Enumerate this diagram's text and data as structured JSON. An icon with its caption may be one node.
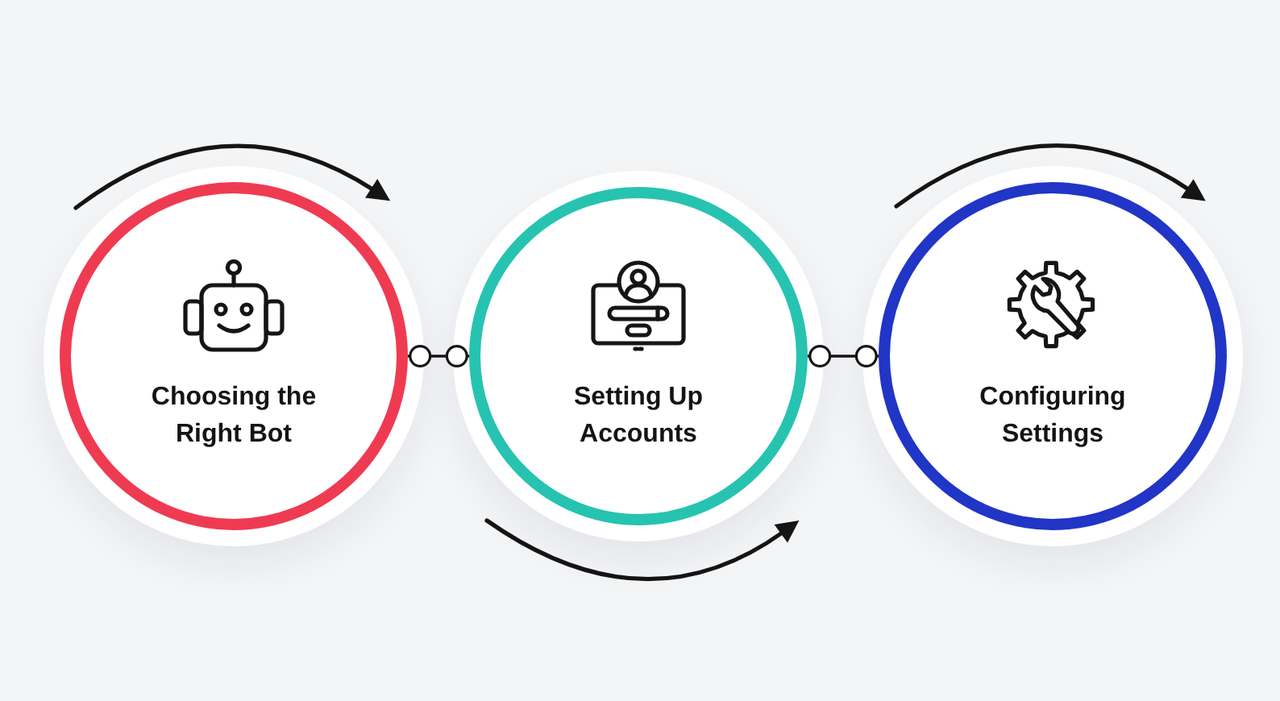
{
  "diagram": {
    "nodes": [
      {
        "text": [
          "Choosing the Right Bot"
        ]
      },
      {
        "text": [
          "Setting Up Accounts"
        ]
      },
      {
        "text": [
          "Configuring Settings"
        ]
      }
    ],
    "edges": [
      {
        "from": 0,
        "to": 1,
        "arrow": "other"
      },
      {
        "from": 1,
        "to": 2,
        "arrow": "other"
      }
    ]
  }
}
